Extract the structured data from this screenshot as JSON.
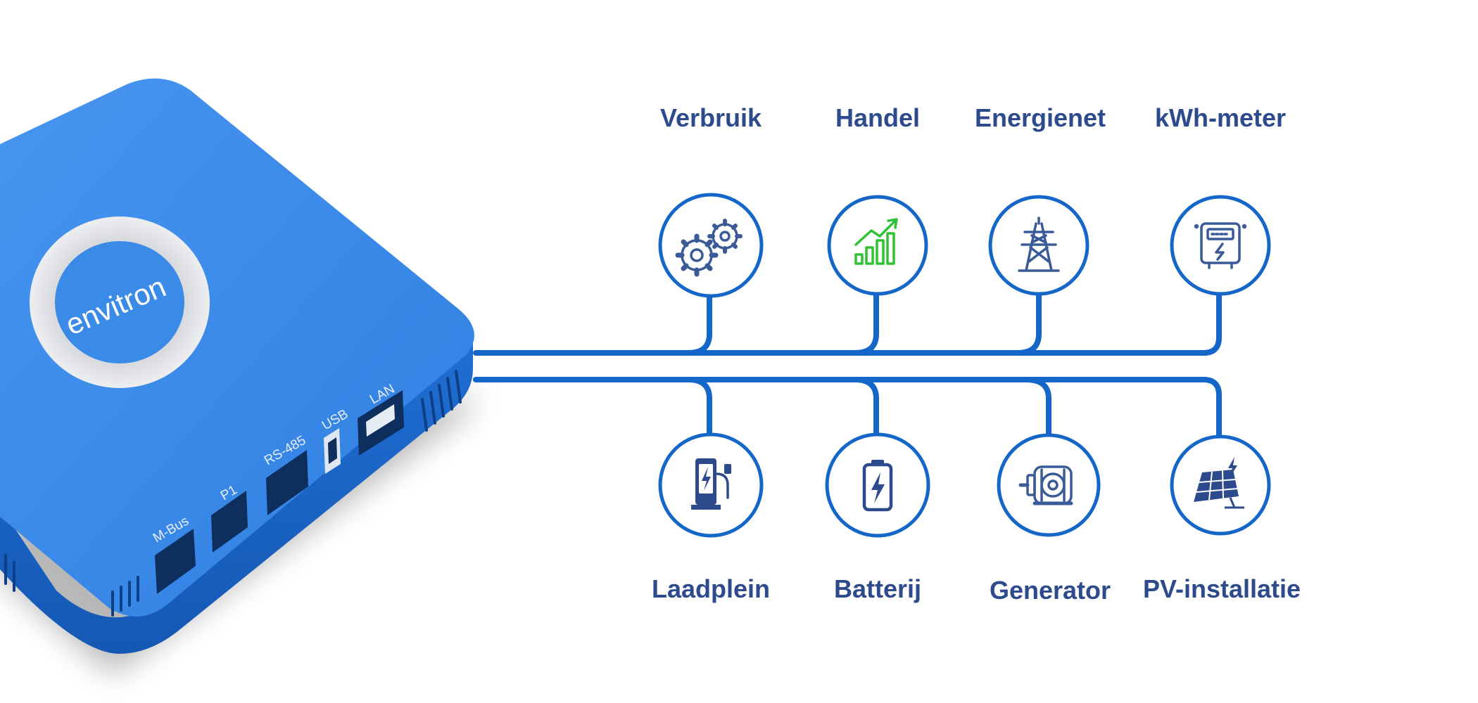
{
  "device": {
    "brand": "envitron",
    "ports": [
      "M-Bus",
      "P1",
      "RS-485",
      "USB",
      "LAN"
    ]
  },
  "top_nodes": [
    {
      "label": "Verbruik",
      "icon": "gears-icon"
    },
    {
      "label": "Handel",
      "icon": "trend-chart-icon"
    },
    {
      "label": "Energienet",
      "icon": "power-tower-icon"
    },
    {
      "label": "kWh-meter",
      "icon": "kwh-meter-icon"
    }
  ],
  "bottom_nodes": [
    {
      "label": "Laadplein",
      "icon": "charging-station-icon"
    },
    {
      "label": "Batterij",
      "icon": "battery-icon"
    },
    {
      "label": "Generator",
      "icon": "generator-icon"
    },
    {
      "label": "PV-installatie",
      "icon": "solar-panel-icon"
    }
  ],
  "colors": {
    "device": "#3a8ae8",
    "wire": "#1466c8",
    "label": "#2c4a8c",
    "trend_icon": "#2ec234"
  }
}
